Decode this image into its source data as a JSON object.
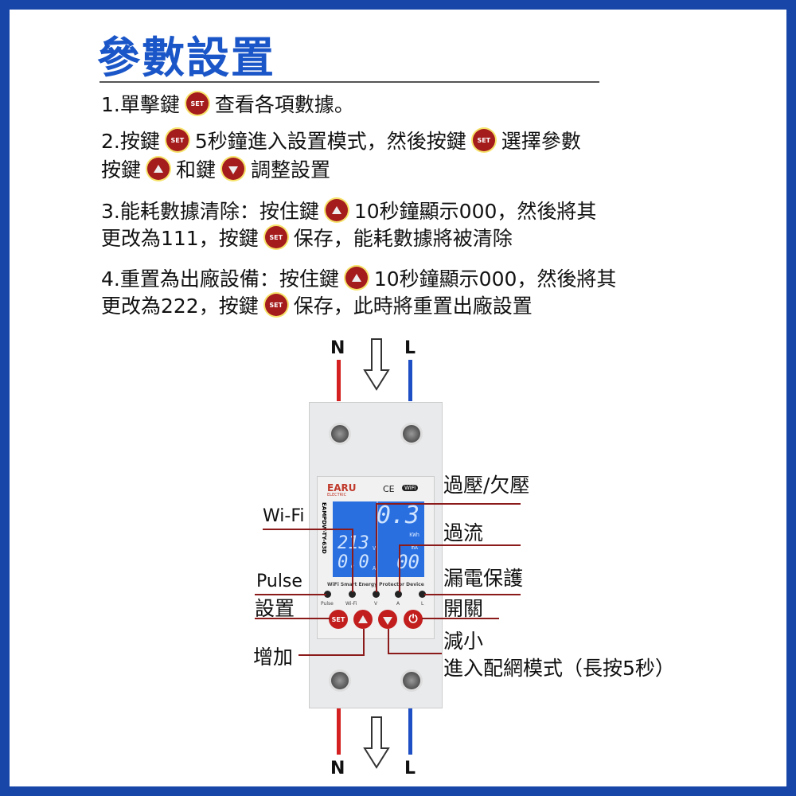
{
  "title": "參數設置",
  "instructions": {
    "l1": {
      "a": "1.單擊鍵",
      "icon": "SET",
      "b": "查看各項數據。"
    },
    "l2": {
      "a": "2.按鍵",
      "icon1": "SET",
      "b": "5秒鐘進入設置模式，然後按鍵",
      "icon2": "SET",
      "c": "選擇參數"
    },
    "l3": {
      "a": "按鍵",
      "b": "和鍵",
      "c": "調整設置"
    },
    "l4": {
      "a": "3.能耗數據清除：按住鍵",
      "b": "10秒鐘顯示000，然後將其"
    },
    "l5": {
      "a": "更改為111，按鍵",
      "icon": "SET",
      "b": "保存，能耗數據將被清除"
    },
    "l6": {
      "a": "4.重置為出廠設備：按住鍵",
      "b": "10秒鐘顯示000，然後將其"
    },
    "l7": {
      "a": "更改為222，按鍵",
      "icon": "SET",
      "b": "保存，此時將重置出廠設置"
    }
  },
  "device": {
    "brand": "EARU",
    "brand_sub": "ELECTRIC",
    "model": "EAMPDW-TY-63D",
    "cert": "CE",
    "wifi_badge": "WiFi",
    "lcd": {
      "energy": "0.3",
      "energy_unit": "KWh",
      "voltage": "213",
      "voltage_unit": "V",
      "current": "0.0",
      "current_unit": "A",
      "leak": "00",
      "leak_unit": "mA"
    },
    "tagline": "WiFi Smart Energy Protector Device",
    "leds": [
      "Pulse",
      "Wi-Fi",
      "V",
      "A",
      "L"
    ],
    "set_button": "SET",
    "terminals": {
      "n": "N",
      "l": "L"
    }
  },
  "callouts": {
    "right": [
      "過壓/欠壓",
      "過流",
      "漏電保護",
      "開關",
      "減小",
      "進入配網模式（長按5秒）"
    ],
    "left": [
      "Wi-Fi",
      "Pulse",
      "設置",
      "增加"
    ]
  },
  "colors": {
    "frame": "#1746a8",
    "title": "#1a56c8",
    "button": "#a51c1c",
    "lcd": "#2a6fe0",
    "wire_n": "#d42020",
    "wire_l": "#1f4fc4"
  }
}
